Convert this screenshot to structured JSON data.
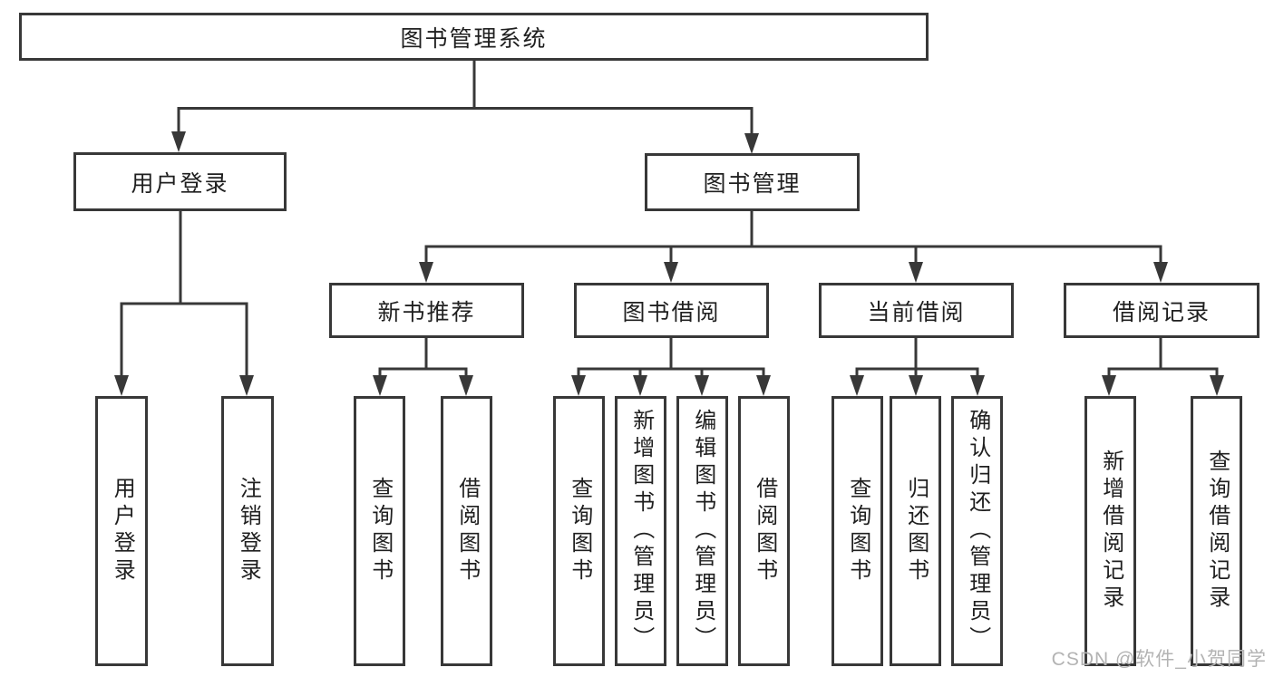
{
  "colors": {
    "line": "#383838",
    "box_border": "#383838",
    "text": "#1f1f1f",
    "background": "#ffffff",
    "watermark": "#b3b3b3"
  },
  "watermark": {
    "text": "CSDN @软件_小贺同学"
  },
  "tree": {
    "root": {
      "label": "图书管理系统"
    },
    "level2": [
      {
        "label": "用户登录",
        "children": [
          {
            "label": "用户登录"
          },
          {
            "label": "注销登录"
          }
        ]
      },
      {
        "label": "图书管理",
        "children": [
          {
            "label": "新书推荐",
            "children": [
              {
                "label": "查询图书"
              },
              {
                "label": "借阅图书"
              }
            ]
          },
          {
            "label": "图书借阅",
            "children": [
              {
                "label": "查询图书"
              },
              {
                "label": "新增图书（管理员）"
              },
              {
                "label": "编辑图书（管理员）"
              },
              {
                "label": "借阅图书"
              }
            ]
          },
          {
            "label": "当前借阅",
            "children": [
              {
                "label": "查询图书"
              },
              {
                "label": "归还图书"
              },
              {
                "label": "确认归还（管理员）"
              }
            ]
          },
          {
            "label": "借阅记录",
            "children": [
              {
                "label": "新增借阅记录"
              },
              {
                "label": "查询借阅记录"
              }
            ]
          }
        ]
      }
    ]
  }
}
